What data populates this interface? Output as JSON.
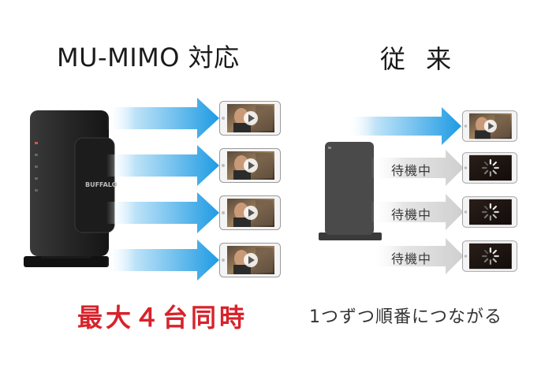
{
  "left": {
    "title": "MU-MIMO 対応",
    "caption": "最大４台同時",
    "router_brand": "BUFFALO"
  },
  "right": {
    "title": "従 来",
    "caption": "1つずつ順番につながる",
    "waiting_labels": [
      "待機中",
      "待機中",
      "待機中"
    ]
  },
  "colors": {
    "arrow_active": "#2aa3e6",
    "arrow_waiting": "#d6d6d6",
    "caption_highlight": "#d7232b",
    "router_body": "#222222"
  },
  "icons": [
    "play-icon",
    "loading-spinner-icon"
  ]
}
